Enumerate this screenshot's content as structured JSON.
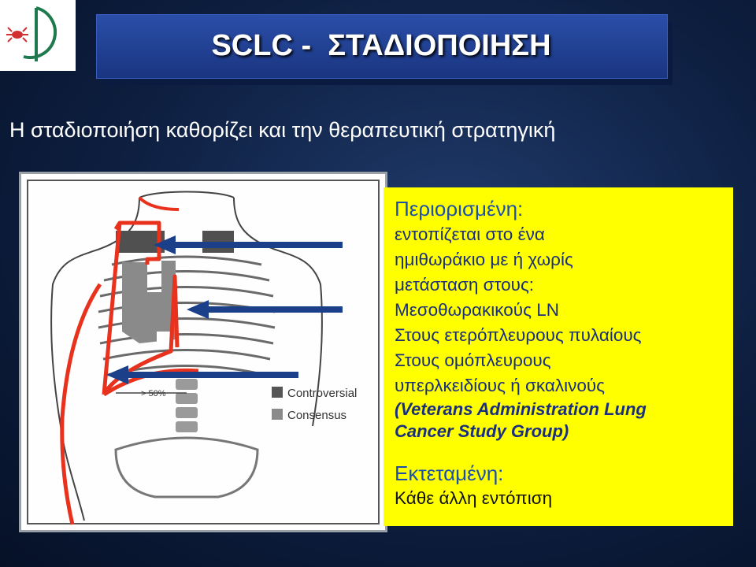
{
  "title": "SCLC -  ΣΤΑΔΙΟΠΟΙΗΣΗ",
  "subtitle": "Η σταδιοποιήση καθορίζει και την θεραπευτική στρατηγική",
  "figure": {
    "legend": [
      {
        "label": "Controversial",
        "color": "#555555"
      },
      {
        "label": "Consensus",
        "color": "#8a8a8a"
      }
    ],
    "annotation": "> 50%"
  },
  "panel": {
    "limited_heading": "Περιορισμένη:",
    "limited_lines": [
      "εντοπίζεται στο ένα",
      "ημιθωράκιο με ή χωρίς",
      "μετάσταση στους:",
      "Μεσοθωρακικούς LN",
      "Στους ετερόπλευρους πυλαίους",
      "Στους ομόπλευρους",
      "υπερλκειδίους ή σκαλινούς"
    ],
    "source_lines": [
      "(Veterans Administration Lung",
      "Cancer Study Group)"
    ],
    "extensive_heading": "Εκτεταμένη:",
    "extensive_line": "Κάθε άλλη εντόπιση"
  },
  "colors": {
    "background": "#0d1e3f",
    "title_bar": "#1a3580",
    "panel": "#ffff00",
    "panel_text": "#1a2f7c",
    "outline_red": "#e8321e",
    "arrow": "#1c3f8a"
  }
}
